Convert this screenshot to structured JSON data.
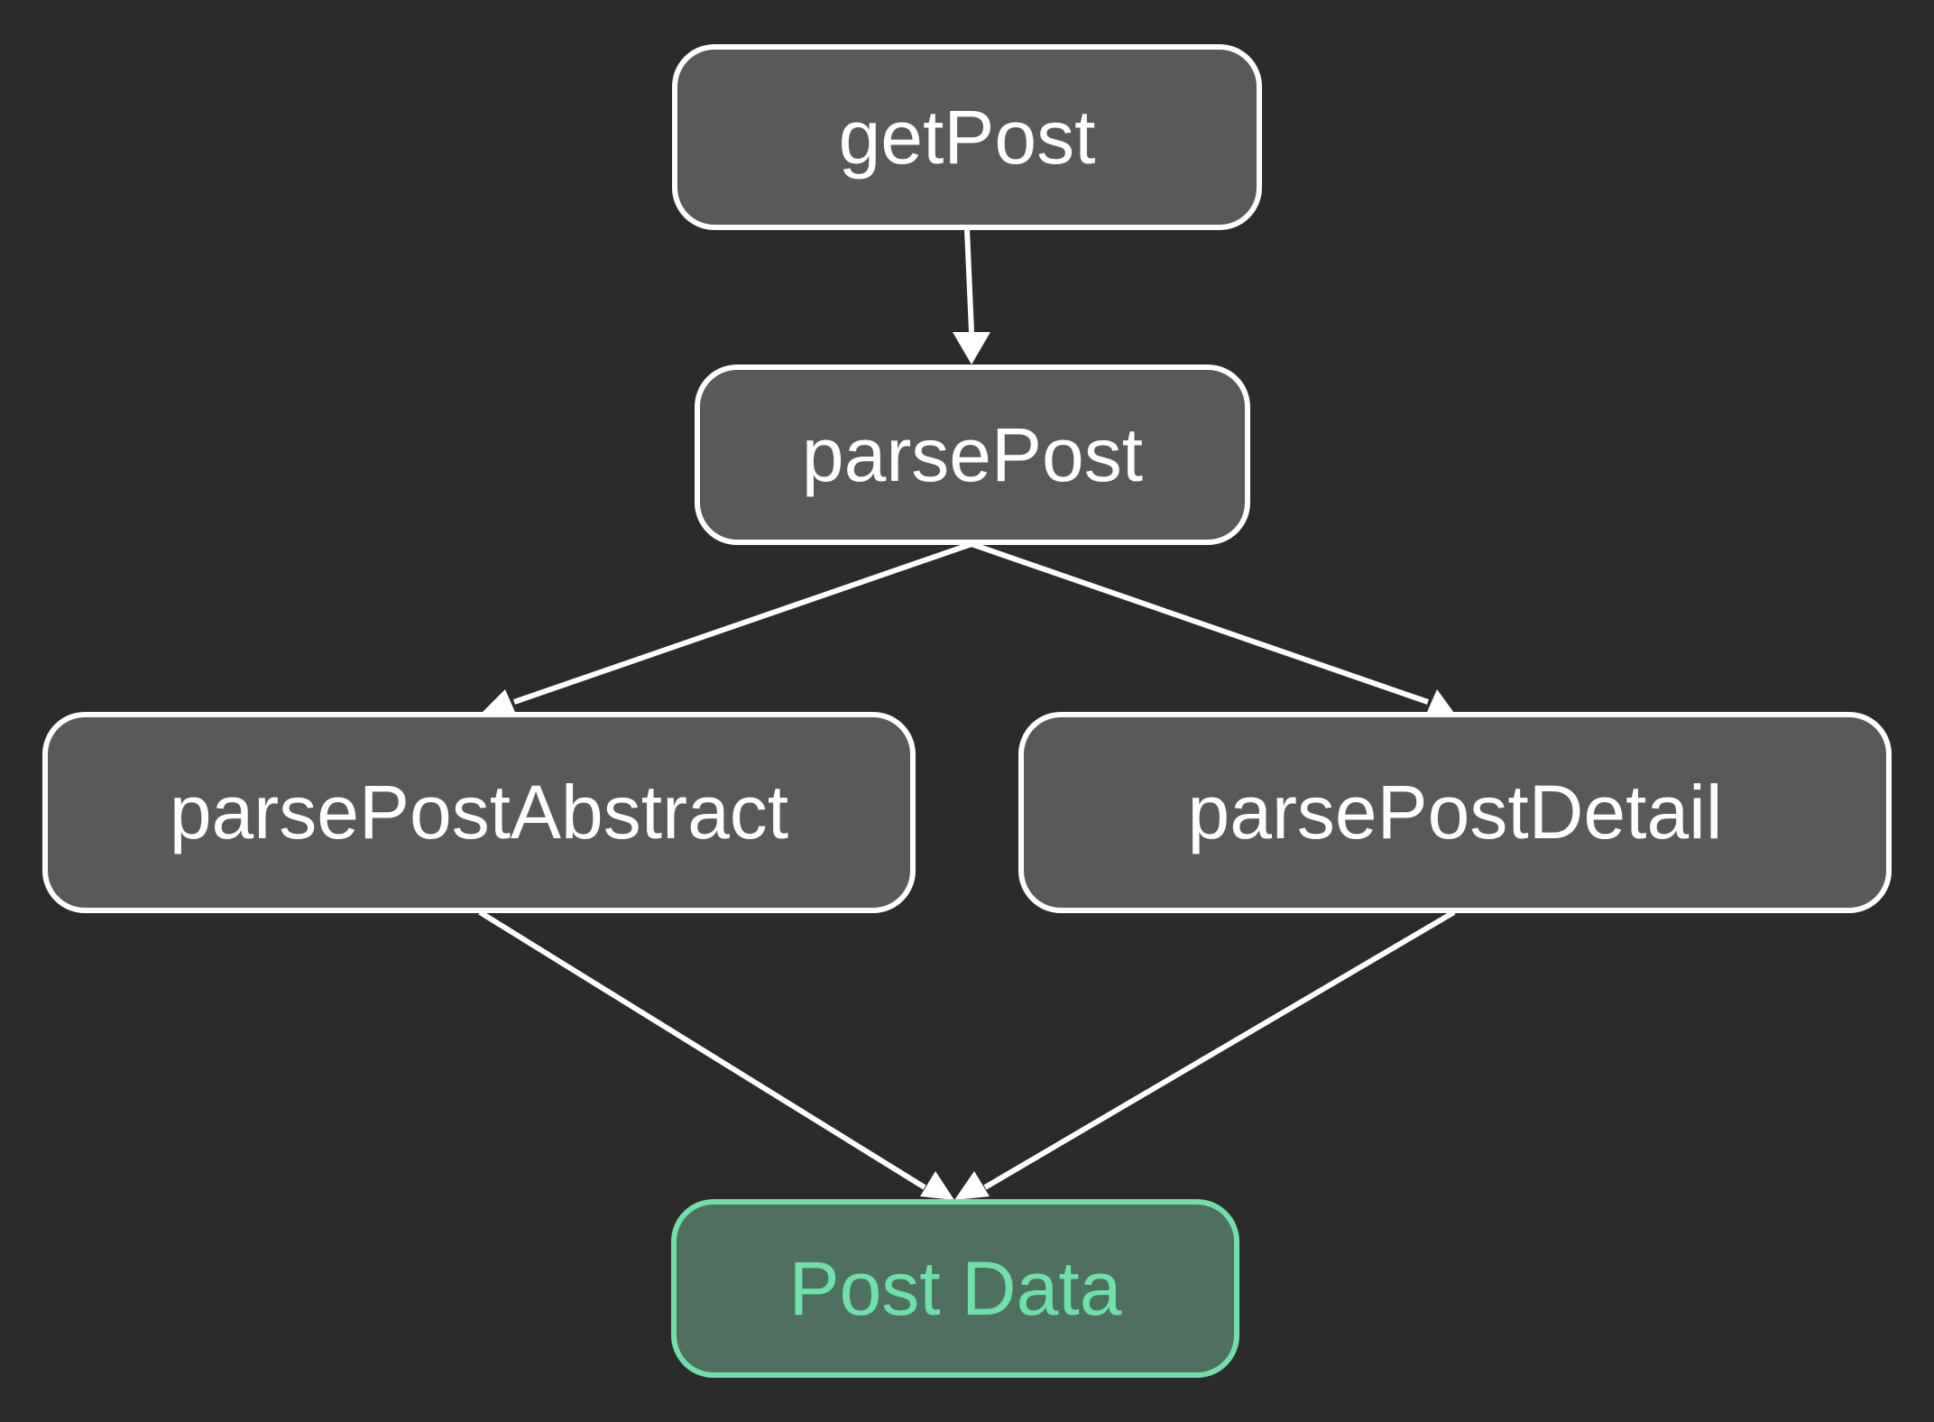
{
  "diagram": {
    "type": "flowchart",
    "nodes": {
      "get_post": "getPost",
      "parse_post": "parsePost",
      "parse_post_abstract": "parsePostAbstract",
      "parse_post_detail": "parsePostDetail",
      "post_data": "Post Data"
    },
    "edges": [
      {
        "from": "getPost",
        "to": "parsePost"
      },
      {
        "from": "parsePost",
        "to": "parsePostAbstract"
      },
      {
        "from": "parsePost",
        "to": "parsePostDetail"
      },
      {
        "from": "parsePostAbstract",
        "to": "Post Data"
      },
      {
        "from": "parsePostDetail",
        "to": "Post Data"
      }
    ],
    "colors": {
      "background": "#2b2b2b",
      "node_fill": "#595959",
      "node_stroke": "#ffffff",
      "result_fill": "#4f7060",
      "result_accent": "#6ee0aa",
      "edge": "#ffffff"
    }
  }
}
